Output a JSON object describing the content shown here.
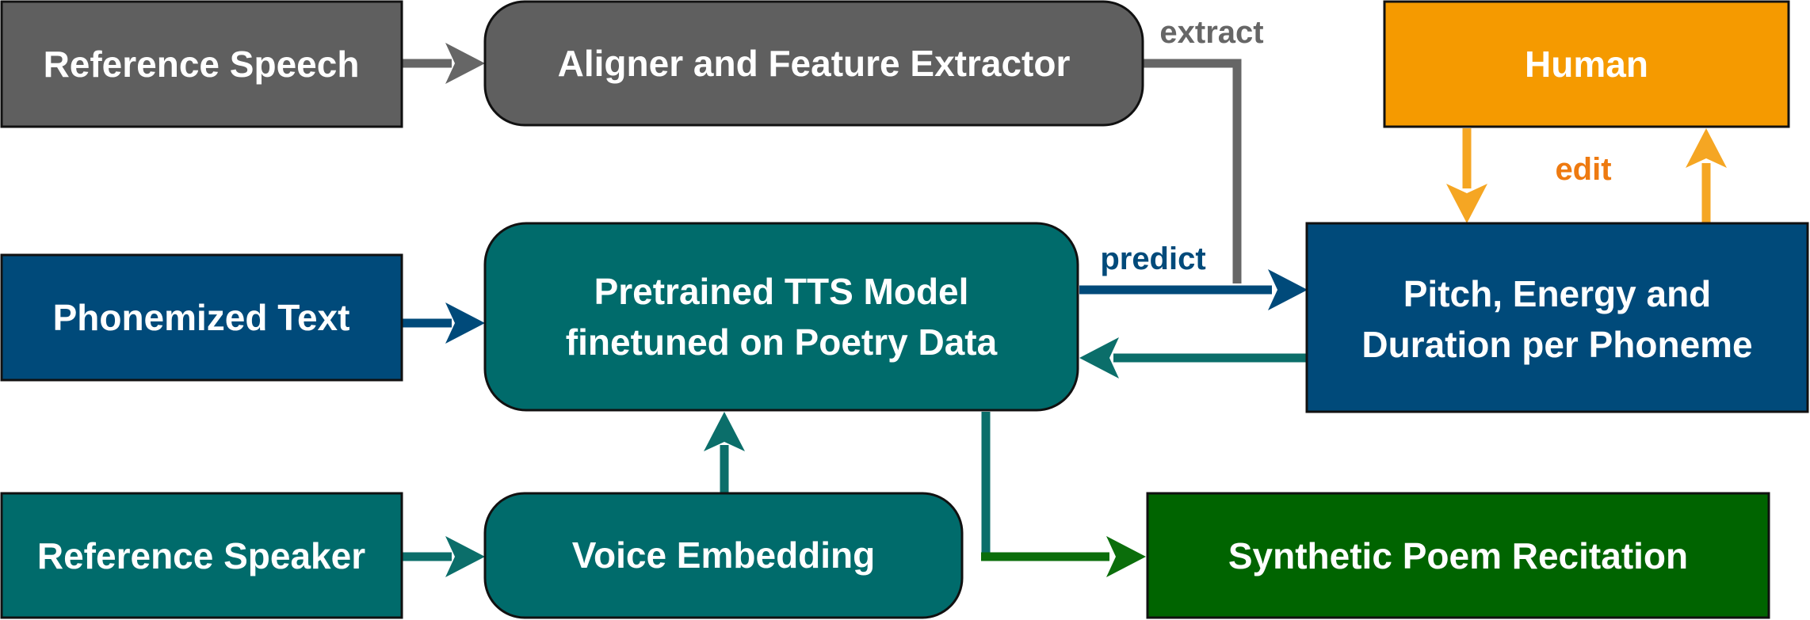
{
  "colors": {
    "gray": "#5f5f5f",
    "navy": "#004a7a",
    "teal": "#006b6b",
    "green": "#006400",
    "orange": "#f59a00",
    "edit_text": "#ee7a10",
    "arrow_gray": "#666666",
    "arrow_navy": "#004a7a",
    "arrow_teal": "#0b6e6a",
    "arrow_green": "#0b6e0b",
    "arrow_orange": "#f5a623",
    "border": "#111111"
  },
  "nodes": {
    "reference_speech": {
      "label": "Reference Speech"
    },
    "aligner": {
      "label": "Aligner and Feature Extractor"
    },
    "human": {
      "label": "Human"
    },
    "phonemized_text": {
      "label": "Phonemized Text"
    },
    "tts_model": {
      "line1": "Pretrained TTS Model",
      "line2": "finetuned on Poetry Data"
    },
    "pitch_energy": {
      "line1": "Pitch, Energy and",
      "line2": "Duration per Phoneme"
    },
    "reference_speaker": {
      "label": "Reference Speaker"
    },
    "voice_embedding": {
      "label": "Voice Embedding"
    },
    "synthetic_recitation": {
      "label": "Synthetic Poem Recitation"
    }
  },
  "edges": {
    "extract": {
      "label": "extract"
    },
    "predict": {
      "label": "predict"
    },
    "edit": {
      "label": "edit"
    }
  }
}
